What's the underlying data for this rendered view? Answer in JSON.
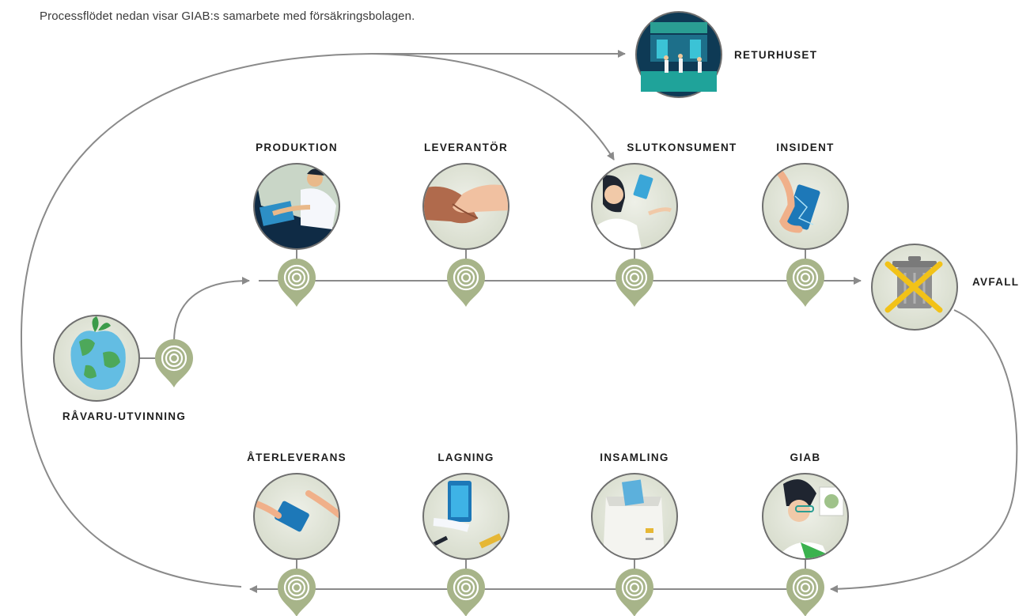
{
  "intro": "Processflödet nedan visar GIAB:s samarbete med försäkringsbolagen.",
  "labels": {
    "returhuset": "RETURHUSET",
    "produktion": "PRODUKTION",
    "leverantor": "LEVERANTÖR",
    "slutkonsument": "SLUTKONSUMENT",
    "insident": "INSIDENT",
    "avfall": "AVFALL",
    "ravaru": "RÅVARU-UTVINNING",
    "aterleverans": "ÅTERLEVERANS",
    "lagning": "LAGNING",
    "insamling": "INSAMLING",
    "giab": "GIAB"
  },
  "colors": {
    "line": "#8a8a8a",
    "marker": "#a7b489",
    "circle_bg": "#dfe3d6",
    "circle_border": "#6f6f6f",
    "cross": "#f2c218",
    "accent_teal": "#1fa39a"
  }
}
